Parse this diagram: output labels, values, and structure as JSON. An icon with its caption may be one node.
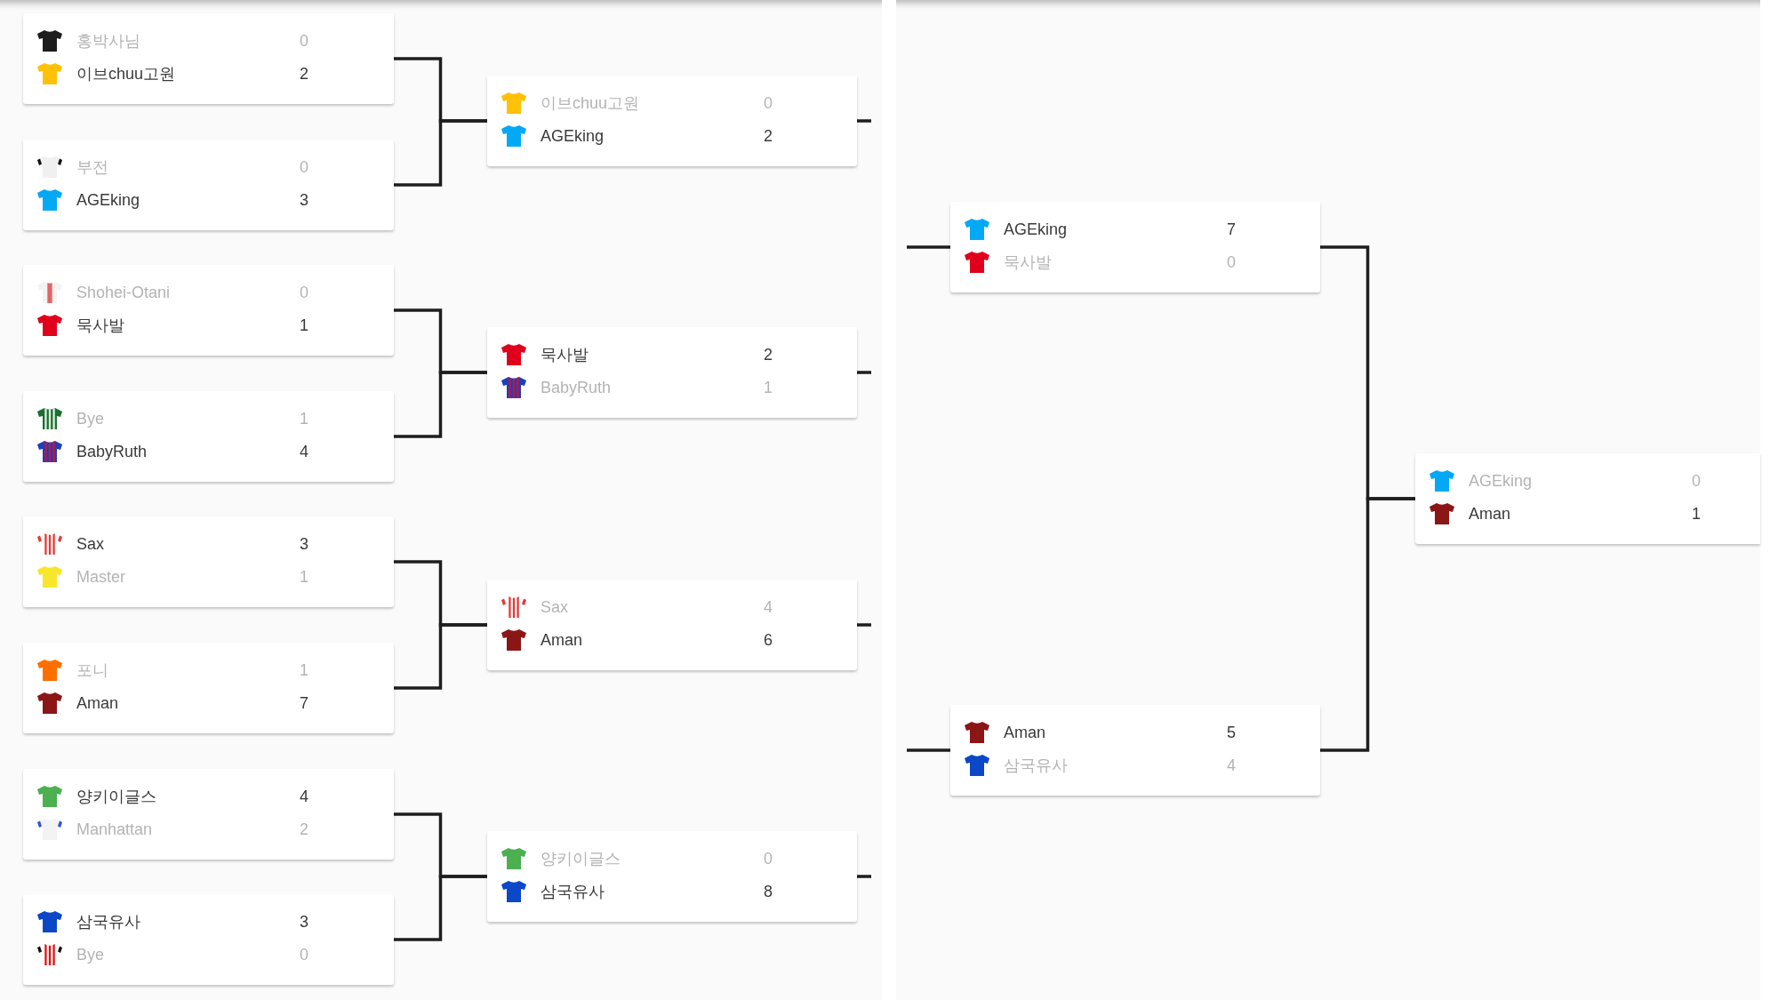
{
  "diagram": {
    "nodes": [
      {
        "text": [
          "홍박사님",
          "0",
          "이브chuu고원",
          "2"
        ]
      },
      {
        "text": [
          "부전",
          "0",
          "AGEking",
          "3"
        ]
      },
      {
        "text": [
          "Shohei-Otani",
          "0",
          "묵사발",
          "1"
        ]
      },
      {
        "text": [
          "Bye",
          "1",
          "BabyRuth",
          "4"
        ]
      },
      {
        "text": [
          "Sax",
          "3",
          "Master",
          "1"
        ]
      },
      {
        "text": [
          "포니",
          "1",
          "Aman",
          "7"
        ]
      },
      {
        "text": [
          "양키이글스",
          "4",
          "Manhattan",
          "2"
        ]
      },
      {
        "text": [
          "삼국유사",
          "3",
          "Bye",
          "0"
        ]
      },
      {
        "text": [
          "이브chuu고원",
          "0",
          "AGEking",
          "2"
        ]
      },
      {
        "text": [
          "묵사발",
          "2",
          "BabyRuth",
          "1"
        ]
      },
      {
        "text": [
          "Sax",
          "4",
          "Aman",
          "6"
        ]
      },
      {
        "text": [
          "양키이글스",
          "0",
          "삼국유사",
          "8"
        ]
      },
      {
        "text": [
          "AGEking",
          "7",
          "묵사발",
          "0"
        ]
      },
      {
        "text": [
          "Aman",
          "5",
          "삼국유사",
          "4"
        ]
      },
      {
        "text": [
          "AGEking",
          "0",
          "Aman",
          "1"
        ]
      }
    ],
    "edges": [
      {
        "from": 0,
        "to": 8,
        "arrow": "none"
      },
      {
        "from": 1,
        "to": 8,
        "arrow": "none"
      },
      {
        "from": 2,
        "to": 9,
        "arrow": "none"
      },
      {
        "from": 3,
        "to": 9,
        "arrow": "none"
      },
      {
        "from": 4,
        "to": 10,
        "arrow": "none"
      },
      {
        "from": 5,
        "to": 10,
        "arrow": "none"
      },
      {
        "from": 6,
        "to": 11,
        "arrow": "none"
      },
      {
        "from": 7,
        "to": 11,
        "arrow": "none"
      },
      {
        "from": 8,
        "to": null,
        "arrow": "none"
      },
      {
        "from": 9,
        "to": null,
        "arrow": "none"
      },
      {
        "from": 10,
        "to": null,
        "arrow": "none"
      },
      {
        "from": 11,
        "to": null,
        "arrow": "none"
      },
      {
        "from": null,
        "to": 12,
        "arrow": "none"
      },
      {
        "from": null,
        "to": 13,
        "arrow": "none"
      },
      {
        "from": 12,
        "to": 14,
        "arrow": "none"
      },
      {
        "from": 13,
        "to": 14,
        "arrow": "none"
      }
    ]
  }
}
